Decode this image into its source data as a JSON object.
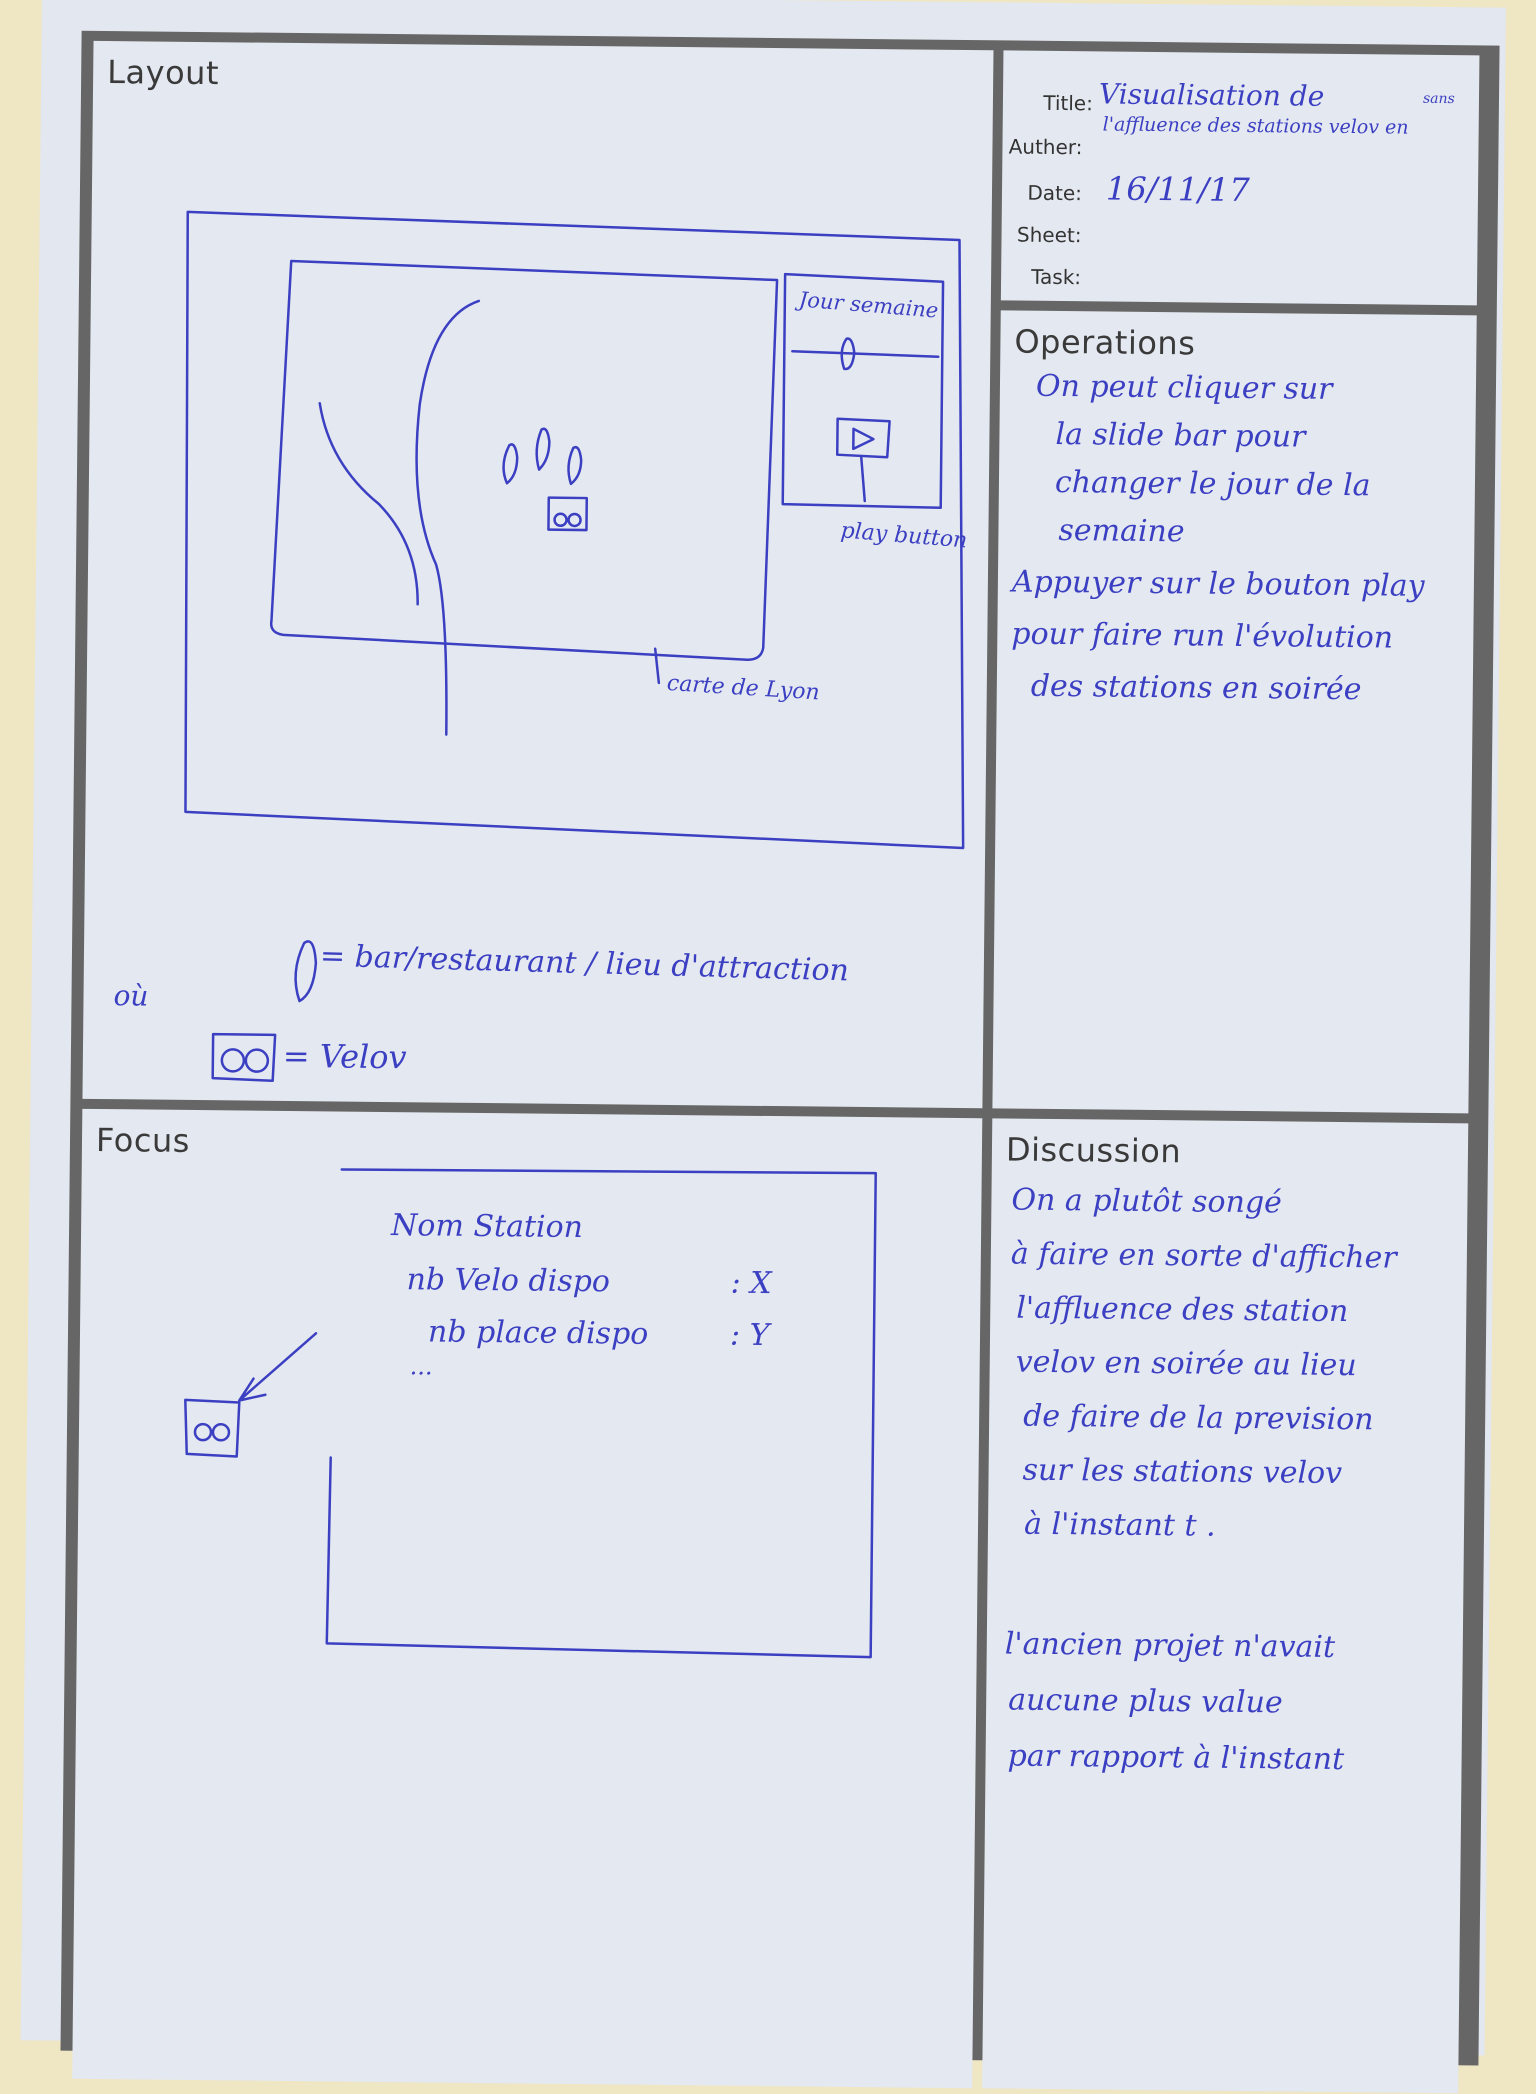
{
  "sections": {
    "layout": "Layout",
    "operations": "Operations",
    "focus": "Focus",
    "discussion": "Discussion"
  },
  "meta": {
    "title_label": "Title:",
    "author_label": "Auther:",
    "date_label": "Date:",
    "sheet_label": "Sheet:",
    "task_label": "Task:",
    "title_line1": "Visualisation de",
    "title_extra": "sans",
    "title_line2": "l'affluence des stations velov en",
    "date_value": "16/11/17"
  },
  "layout_sketch": {
    "slider_label": "Jour semaine",
    "play_label": "play button",
    "map_label": "carte de Lyon",
    "legend_where": "où",
    "legend_poi": "= bar/restaurant / lieu d'attraction",
    "legend_velov": "= Velov"
  },
  "operations": {
    "lines": [
      "On peut cliquer sur",
      "la slide bar pour",
      "changer le jour de la",
      "semaine",
      "Appuyer sur le bouton play",
      "pour faire run l'évolution",
      "des stations en soirée"
    ]
  },
  "focus": {
    "station_name": "Nom Station",
    "velo_label": "nb Velo dispo",
    "velo_value": ": X",
    "place_label": "nb place dispo",
    "place_value": ": Y",
    "ellipsis": "..."
  },
  "discussion": {
    "lines": [
      "On a plutôt songé",
      "à faire en sorte d'afficher",
      "l'affluence des station",
      "velov en soirée au lieu",
      "de faire de la prevision",
      "sur les stations velov",
      "à l'instant t .",
      "",
      "l'ancien projet n'avait",
      "aucune plus value",
      "par rapport à l'instant"
    ]
  }
}
